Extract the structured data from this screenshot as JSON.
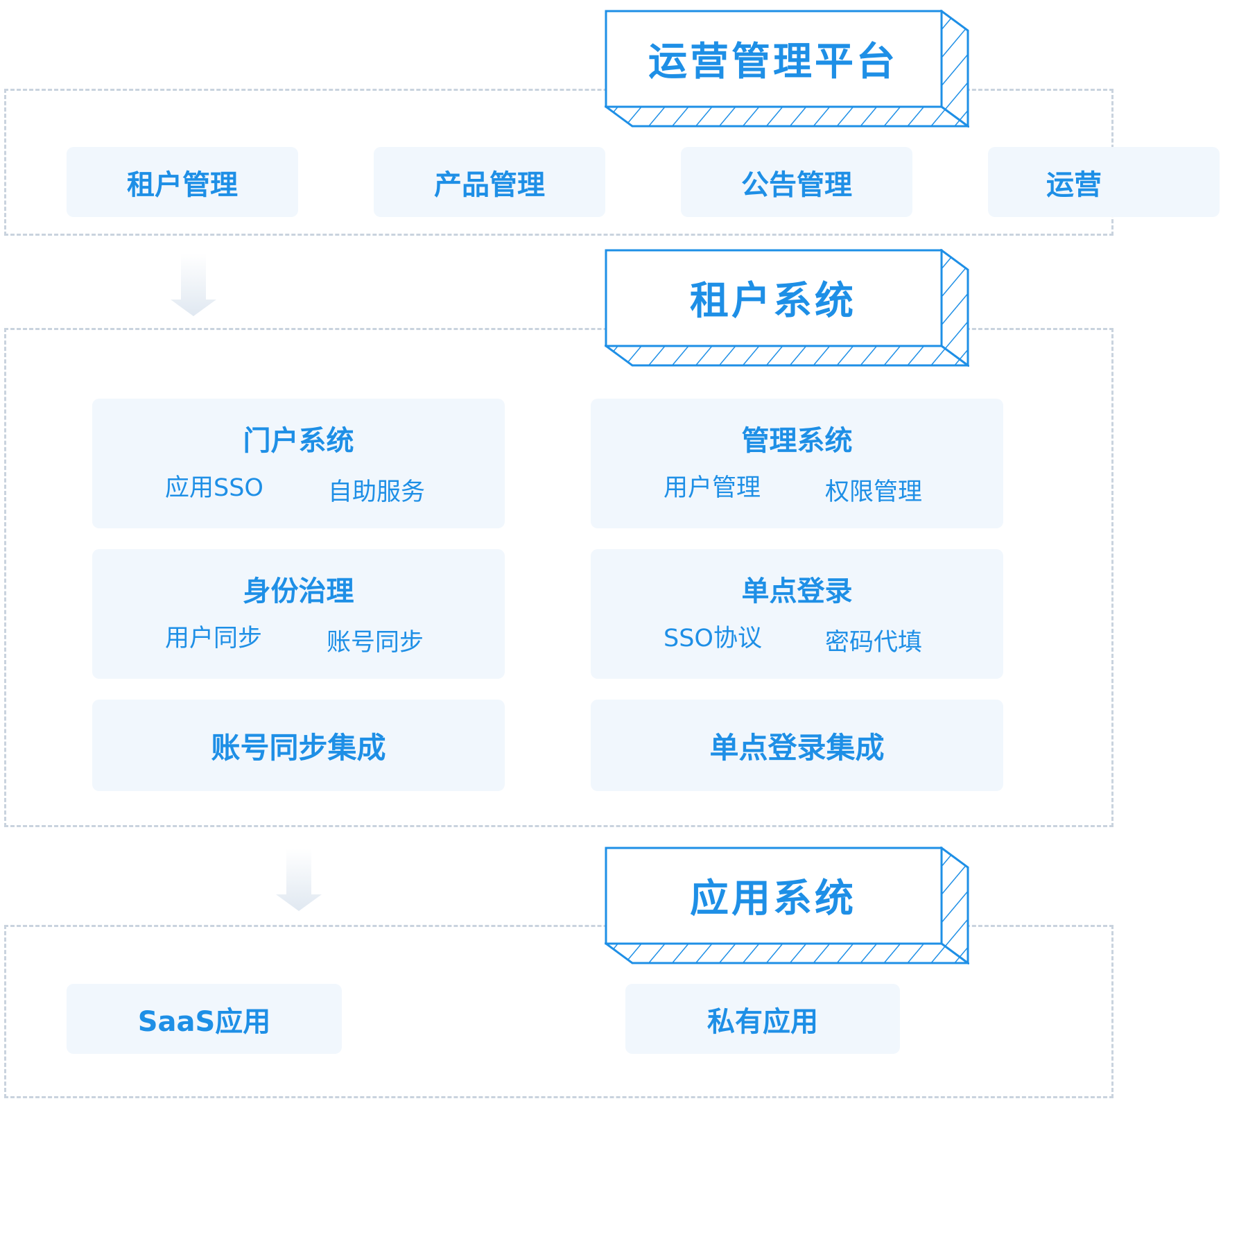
{
  "layers": {
    "ops": {
      "title": "运营管理平台",
      "items": [
        "租户管理",
        "产品管理",
        "公告管理",
        "运营"
      ]
    },
    "tenant": {
      "title": "租户系统",
      "cards": [
        {
          "title": "门户系统",
          "items": [
            "应用SSO",
            "自助服务"
          ]
        },
        {
          "title": "管理系统",
          "items": [
            "用户管理",
            "权限管理"
          ]
        },
        {
          "title": "身份治理",
          "items": [
            "用户同步",
            "账号同步"
          ]
        },
        {
          "title": "单点登录",
          "items": [
            "SSO协议",
            "密码代填"
          ]
        }
      ],
      "integrations": [
        "账号同步集成",
        "单点登录集成"
      ]
    },
    "app": {
      "title": "应用系统",
      "items": [
        "SaaS应用",
        "私有应用"
      ]
    }
  },
  "colors": {
    "accent": "#1e8fe6",
    "chip_bg": "#f1f7fd",
    "dashed_border": "#c9d3de",
    "arrow": "#e3eaf2"
  }
}
